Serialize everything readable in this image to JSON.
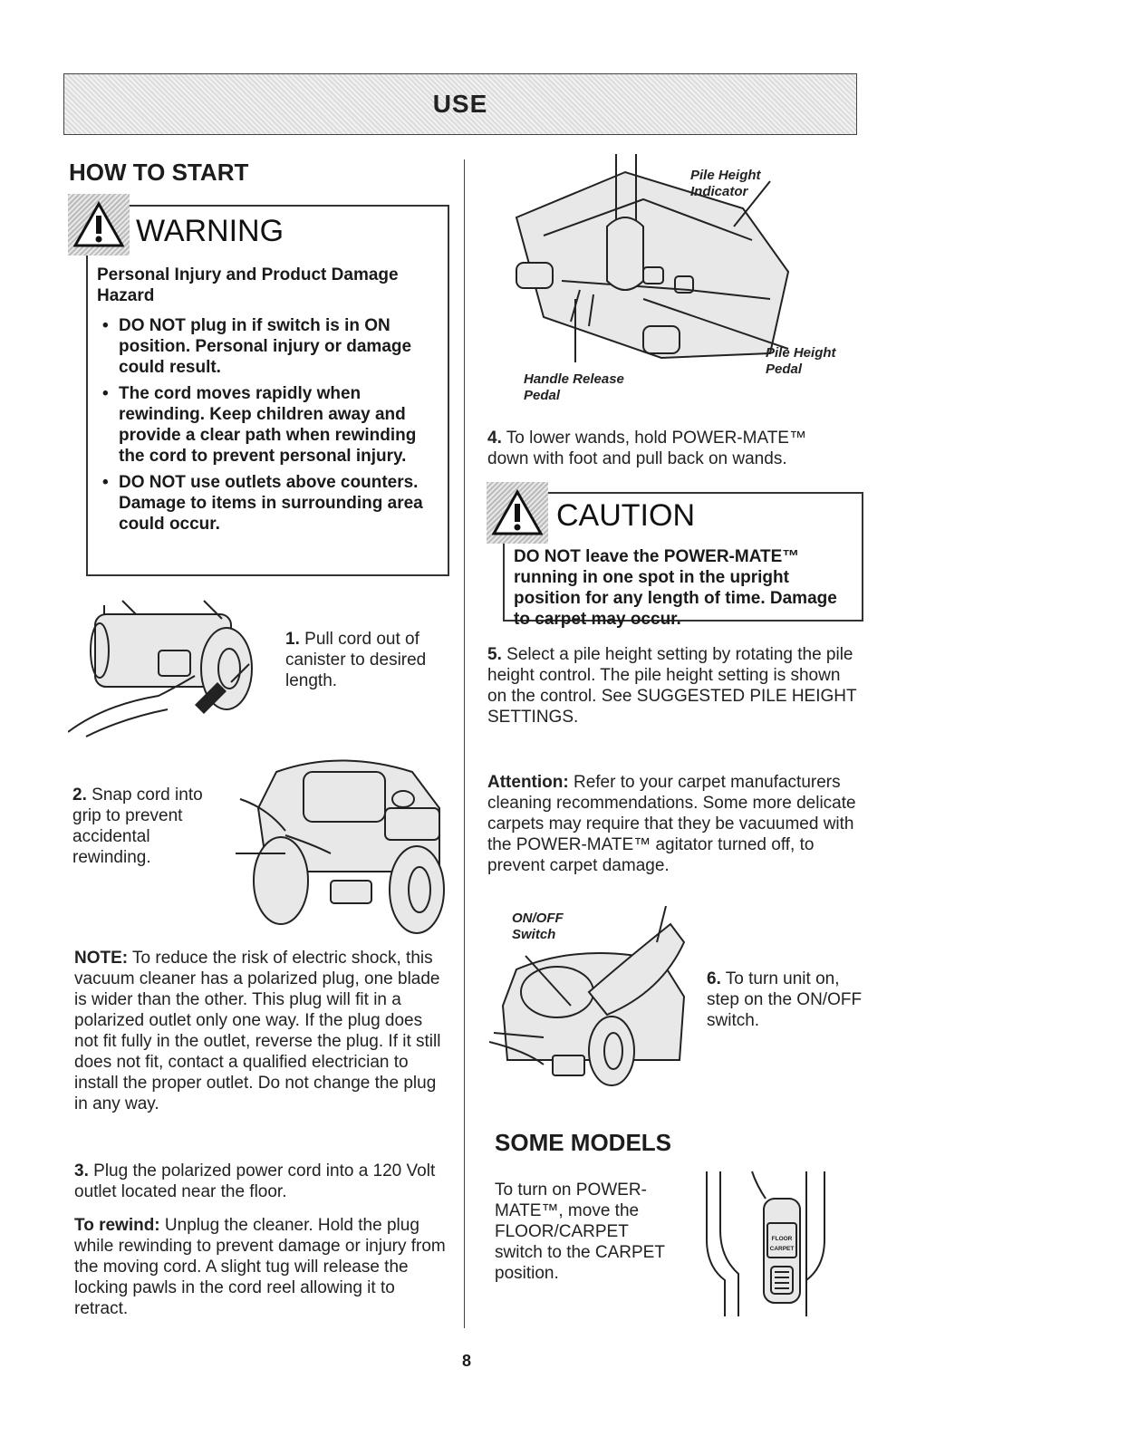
{
  "banner": {
    "title": "USE"
  },
  "left": {
    "section_title": "HOW TO START",
    "warning": {
      "heading": "WARNING",
      "hazard": "Personal Injury and Product Damage Hazard",
      "items": [
        "DO NOT plug in if switch is in ON position. Personal injury or damage could result.",
        "The cord moves rapidly when rewinding. Keep children away and provide a clear path when rewinding the cord to prevent personal injury.",
        "DO NOT use outlets above counters. Damage to items in surrounding area could occur."
      ]
    },
    "step1": {
      "num": "1.",
      "text": "Pull cord out of canister to desired length."
    },
    "step2": {
      "num": "2.",
      "text": "Snap cord into grip to prevent accidental rewinding."
    },
    "note": {
      "label": "NOTE:",
      "text": "To reduce the risk of electric shock, this vacuum cleaner has a polarized plug, one blade is wider than the other. This plug will fit in a polarized outlet only one way. If the plug does not fit fully in the outlet, reverse the plug. If it still does not fit, contact a qualified electrician to install the proper outlet. Do not change the plug in any way."
    },
    "step3": {
      "num": "3.",
      "text": "Plug the polarized power cord into a 120 Volt outlet located near the floor."
    },
    "rewind": {
      "label": "To rewind:",
      "text": "Unplug the cleaner. Hold the plug while rewinding to prevent damage or injury from the moving cord. A slight tug will release the locking pawls in the cord reel allowing it to retract."
    }
  },
  "right": {
    "figure_labels": {
      "pile_height_indicator": "Pile Height Indicator",
      "pile_height_pedal": "Pile Height Pedal",
      "handle_release_pedal": "Handle Release Pedal"
    },
    "step4": {
      "num": "4.",
      "text": "To lower wands, hold POWER-MATE™ down with foot and pull back on wands."
    },
    "caution": {
      "heading": "CAUTION",
      "text": "DO NOT leave the POWER-MATE™ running in one spot in the upright position for any length of time. Damage to carpet may occur."
    },
    "step5": {
      "num": "5.",
      "text": "Select a pile height setting by rotating the pile height control. The pile height setting is shown on the control. See SUGGESTED PILE HEIGHT SETTINGS."
    },
    "attention": {
      "label": "Attention:",
      "text": "Refer to your carpet manufacturers cleaning recommendations. Some more delicate carpets may require that they be vacuumed with the POWER-MATE™ agitator turned off, to prevent carpet damage."
    },
    "onoff_label": "ON/OFF Switch",
    "step6": {
      "num": "6.",
      "text": "To turn unit on, step on the ON/OFF switch."
    },
    "some_models": {
      "title": "SOME MODELS",
      "text": "To turn on POWER-MATE™, move the FLOOR/CARPET switch to the CARPET position.",
      "switch_floor": "FLOOR",
      "switch_carpet": "CARPET"
    }
  },
  "page_number": "8"
}
